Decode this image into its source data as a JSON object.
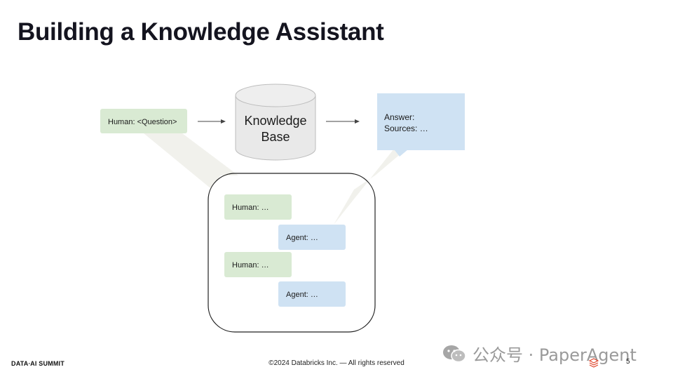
{
  "slide": {
    "title": "Building a Knowledge Assistant",
    "page_number": "5"
  },
  "diagram": {
    "question_box": "Human: <Question>",
    "knowledge_base": [
      "Knowledge",
      "Base"
    ],
    "answer_box": [
      "Answer:",
      "Sources: …"
    ],
    "conversation": [
      {
        "role": "human",
        "text": "Human: …"
      },
      {
        "role": "agent",
        "text": "Agent: …"
      },
      {
        "role": "human",
        "text": "Human: …"
      },
      {
        "role": "agent",
        "text": "Agent: …"
      }
    ]
  },
  "footer": {
    "brand": "DATA∙AI SUMMIT",
    "copyright": "©2024 Databricks Inc. — All rights reserved"
  },
  "watermark": {
    "text": "公众号 · PaperAgent"
  },
  "colors": {
    "human_fill": "#d9ead3",
    "agent_fill": "#cfe2f3",
    "cylinder_fill": "#e9e9e9",
    "beam_fill": "#f1f1ec"
  }
}
